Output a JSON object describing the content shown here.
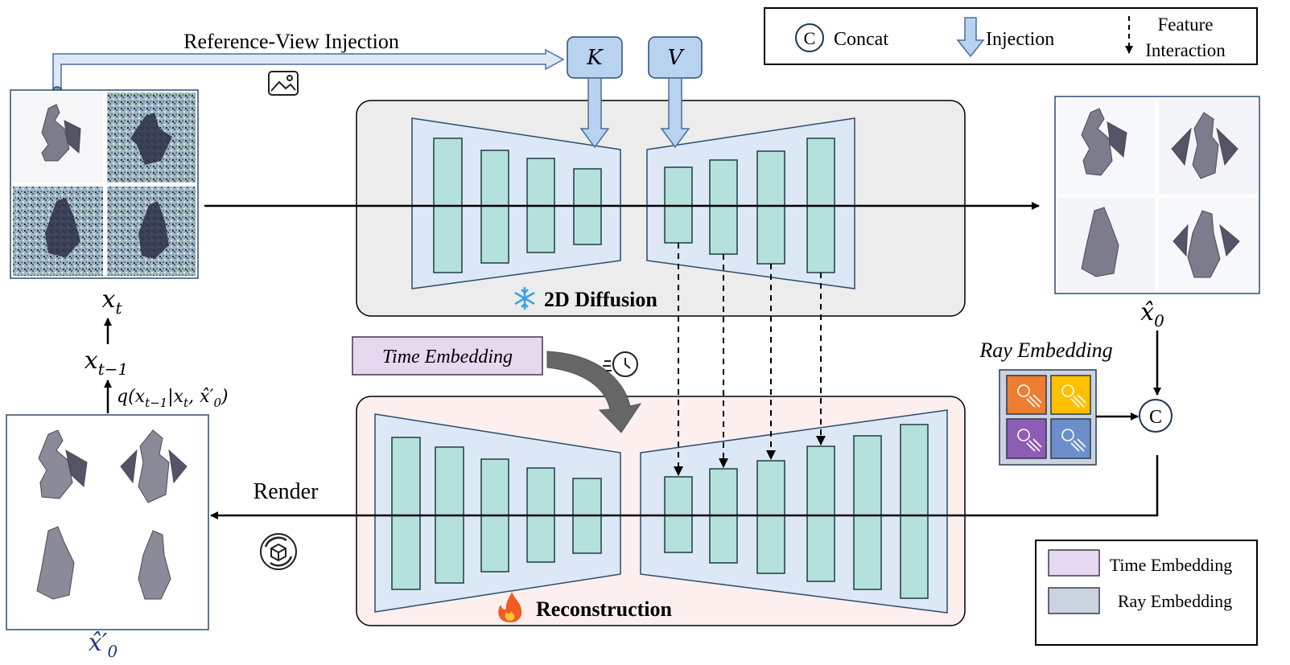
{
  "legend_top": {
    "concat_symbol": "C",
    "concat_label": "Concat",
    "injection_label": "Injection",
    "feature_label_line1": "Feature",
    "feature_label_line2": "Interaction"
  },
  "top_left": {
    "reference_label": "Reference-View Injection",
    "k_label": "K",
    "v_label": "V",
    "xt_label": "x_t",
    "xt_minus_label": "x_{t-1}",
    "q_label": "q(x_{t−1}|x_t, x̂′_0)"
  },
  "diffusion": {
    "title": "2D Diffusion",
    "icon": "snowflake-icon"
  },
  "reconstruction": {
    "title": "Reconstruction",
    "icon": "flame-icon"
  },
  "output": {
    "x0_label": "x̂_0"
  },
  "render": {
    "label": "Render",
    "x0_prime_label": "x̂′_0"
  },
  "time_embedding": {
    "label": "Time Embedding"
  },
  "ray_embedding": {
    "label": "Ray Embedding",
    "concat_symbol": "C",
    "cell_colors": [
      "#ed7d31",
      "#ffc000",
      "#8e5cb5",
      "#6b8fc9"
    ]
  },
  "legend_bottom": {
    "time_label": "Time Embedding",
    "ray_label": "Ray Embedding",
    "time_color": "#e6d8ef",
    "ray_color": "#ccd3e0"
  },
  "colors": {
    "block_fill": "#b5e1dd",
    "trapezoid_fill": "#dce8f5",
    "diffusion_bg": "#ececec",
    "recon_bg": "#fcefee",
    "kv_fill": "#b7d3ef"
  }
}
